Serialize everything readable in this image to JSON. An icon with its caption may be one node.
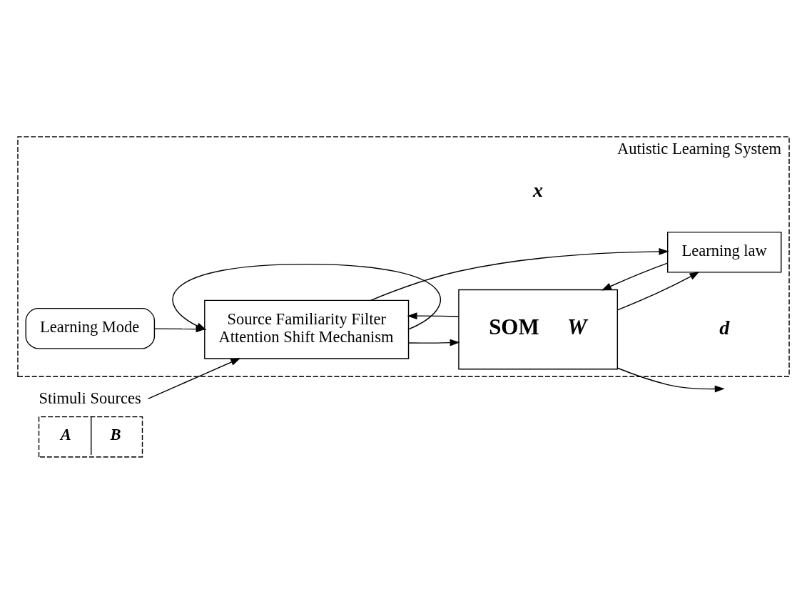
{
  "diagram": {
    "nodes": [
      {
        "text": [
          "Autistic Learning System"
        ]
      },
      {
        "text": [
          "Stimuli Sources",
          "A",
          "B"
        ]
      },
      {
        "text": [
          "Source Familiarity Filter",
          "Attention Shift Mechanism"
        ],
        "in": 0
      },
      {
        "text": [
          "SOM",
          "W"
        ],
        "in": 0
      },
      {
        "text": [
          "Learning Mode"
        ],
        "in": 0
      },
      {
        "text": [
          "Learning law"
        ],
        "in": 0
      }
    ],
    "edges": [
      {
        "from": 1,
        "to": 2,
        "arrow": "to"
      },
      {
        "from": 4,
        "to": 2,
        "arrow": "to"
      },
      {
        "from": 2,
        "to": 3,
        "arrow": "to"
      },
      {
        "from": 2,
        "to": 5,
        "arrow": "to"
      },
      {
        "from": 2,
        "to": 2,
        "arrow": "to"
      },
      {
        "from": 3,
        "to": null,
        "arrow": "to"
      },
      {
        "from": 3,
        "to": 2,
        "arrow": "to"
      },
      {
        "from": 3,
        "to": 5,
        "arrow": "to"
      },
      {
        "from": 5,
        "to": 3,
        "arrow": "to"
      }
    ],
    "labels": [
      "x",
      "d"
    ]
  }
}
